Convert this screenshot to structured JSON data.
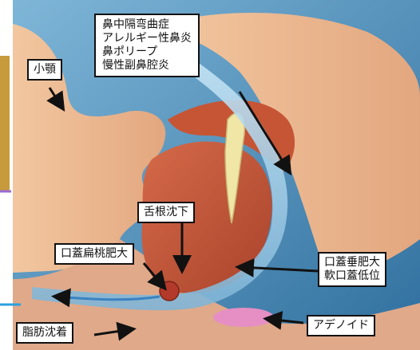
{
  "labels": {
    "nasal_conditions": [
      "鼻中隔弯曲症",
      "アレルギー性鼻炎",
      "鼻ポリープ",
      "慢性副鼻腔炎"
    ],
    "small_jaw": "小顎",
    "tongue_base_drop": "舌根沈下",
    "tonsil_hypertrophy": "口蓋扁桃肥大",
    "soft_palate": [
      "口蓋垂肥大",
      "軟口蓋低位"
    ],
    "adenoid": "アデノイド",
    "fat_deposition": "脂肪沈着"
  },
  "colors": {
    "background": "#5f9fc8",
    "skin": "#efbe96",
    "tissue": "#c75a3c",
    "airway": "#a9d2ea",
    "adenoid": "#e58fc4",
    "bone": "#f0e6a6",
    "accent_line": "#2aa0e0"
  }
}
